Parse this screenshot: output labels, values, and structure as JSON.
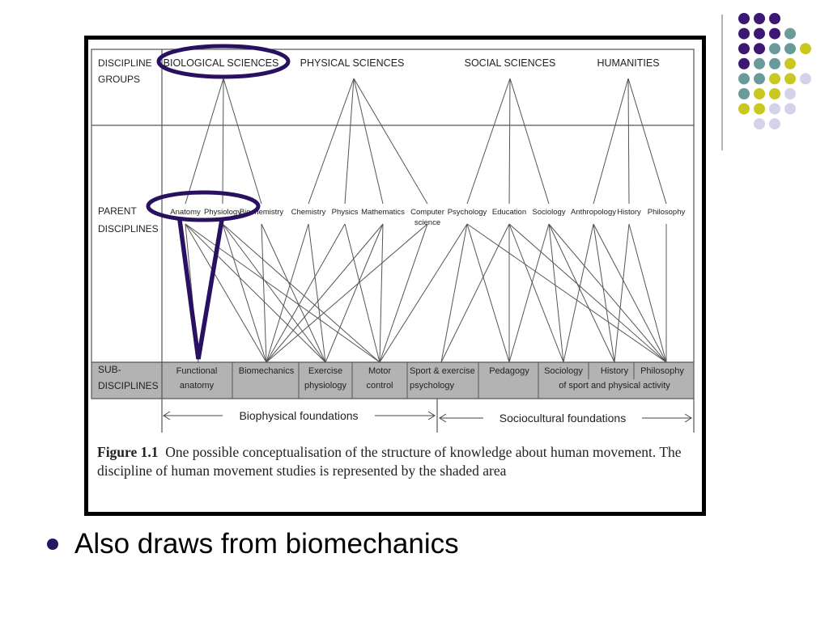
{
  "colors": {
    "purple": "#3c1874",
    "teal": "#6b9a9a",
    "yellow": "#c8c820",
    "lavender": "#d4d2e8",
    "annotation": "#2a1060",
    "shade": "#b3b3b3"
  },
  "figure": {
    "groups_label": [
      "DISCIPLINE",
      "GROUPS"
    ],
    "parents_label": [
      "PARENT",
      "DISCIPLINES"
    ],
    "subs_label": [
      "SUB-",
      "DISCIPLINES"
    ],
    "groups": [
      "BIOLOGICAL SCIENCES",
      "PHYSICAL SCIENCES",
      "SOCIAL SCIENCES",
      "HUMANITIES"
    ],
    "parents": [
      "Anatomy",
      "Physiology",
      "Biochemistry",
      "Chemistry",
      "Physics",
      "Mathematics",
      "Computer science",
      "Psychology",
      "Education",
      "Sociology",
      "Anthropology",
      "History",
      "Philosophy"
    ],
    "subs": [
      [
        "Functional",
        "anatomy"
      ],
      [
        "Biomechanics"
      ],
      [
        "Exercise",
        "physiology"
      ],
      [
        "Motor",
        "control"
      ],
      [
        "Sport & exercise",
        "psychology"
      ],
      [
        "Pedagogy"
      ],
      [
        "Sociology"
      ],
      [
        "History"
      ],
      [
        "Philosophy"
      ]
    ],
    "subs_footer": "of sport and physical activity",
    "foundations": [
      "Biophysical foundations",
      "Sociocultural foundations"
    ],
    "caption": {
      "label": "Figure 1.1",
      "text": "One possible conceptualisation of the structure of knowledge about human movement. The discipline of human movement studies is represented by the shaded area"
    }
  },
  "bullet": {
    "text": "Also draws from biomechanics"
  }
}
